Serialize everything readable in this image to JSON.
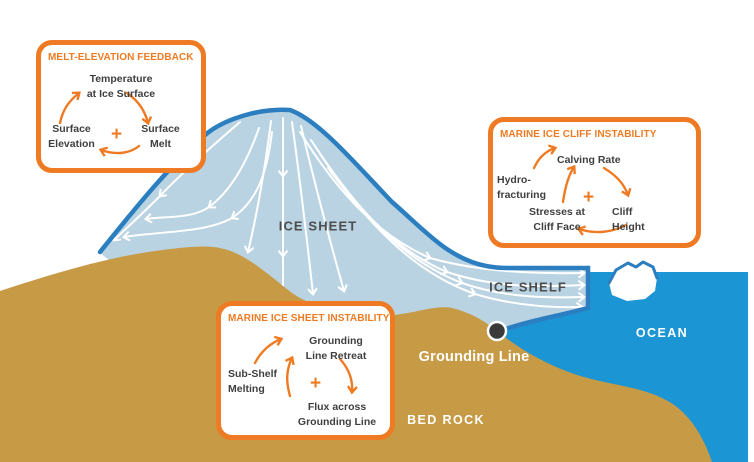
{
  "figure": {
    "scene_labels": {
      "ice_sheet": "ICE SHEET",
      "ice_shelf": "ICE SHELF",
      "ocean": "OCEAN",
      "bed_rock": "BED ROCK",
      "grounding_line": "Grounding Line"
    },
    "colors": {
      "accent_orange": "#ee7b23",
      "ice_fill": "#b9d3e2",
      "ice_outline": "#2b7ec0",
      "ocean_blue": "#1b95d3",
      "bedrock_tan": "#c79a45",
      "label_dark": "#4d4d4d",
      "grounding_dot": "#3a3a3a"
    },
    "boxes": [
      {
        "title": "MELT-ELEVATION FEEDBACK",
        "nodes": {
          "top": "Temperature\nat Ice Surface",
          "left": "Surface\nElevation",
          "right": "Surface\nMelt",
          "plus": "+"
        }
      },
      {
        "title": "MARINE ICE CLIFF INSTABILITY",
        "nodes": {
          "left": "Hydro-\nfracturing",
          "top": "Calving Rate",
          "bottom_left": "Stresses at\nCliff Face",
          "bottom_right": "Cliff\nHeight",
          "plus": "+"
        }
      },
      {
        "title": "MARINE ICE SHEET INSTABILITY",
        "nodes": {
          "left": "Sub-Shelf\nMelting",
          "top": "Grounding\nLine Retreat",
          "bottom": "Flux across\nGrounding Line",
          "plus": "+"
        }
      }
    ]
  }
}
